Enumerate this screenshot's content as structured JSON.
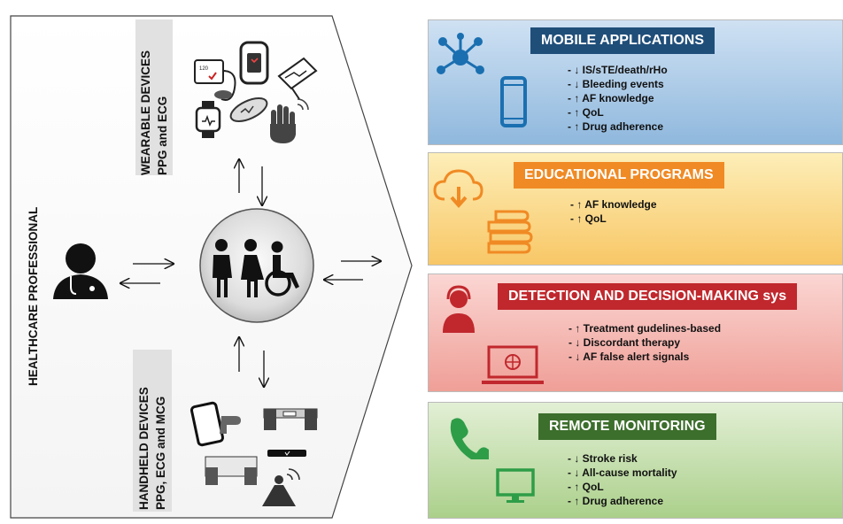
{
  "left_labels": {
    "wearable_line1": "WEARABLE DEVICES",
    "wearable_line2": "PPG and ECG",
    "healthcare": "HEALTHCARE PROFESSIONAL",
    "handheld_line1": "HANDHELD DEVICES",
    "handheld_line2": "PPG, ECG and MCG"
  },
  "panels": [
    {
      "title": "MOBILE APPLICATIONS",
      "color": "#1f4e79",
      "bg_top": "#cfe1f3",
      "bg_bottom": "#8fb8dd",
      "items": [
        "- ↓ IS/sTE/death/rHo",
        "- ↓ Bleeding events",
        "- ↑ AF knowledge",
        "- ↑ QoL",
        "- ↑ Drug adherence"
      ]
    },
    {
      "title": "EDUCATIONAL PROGRAMS",
      "color": "#f08a24",
      "bg_top": "#fdeeb8",
      "bg_bottom": "#f8c766",
      "items": [
        "- ↑  AF knowledge",
        "- ↑  QoL"
      ]
    },
    {
      "title": "DETECTION AND DECISION-MAKING sys",
      "color": "#c0282d",
      "bg_top": "#fbd6d3",
      "bg_bottom": "#ef9f97",
      "items": [
        "- ↑ Treatment  gudelines-based",
        "- ↓ Discordant therapy",
        "- ↓ AF false alert signals"
      ]
    },
    {
      "title": "REMOTE MONITORING",
      "color": "#3c6e2c",
      "bg_top": "#e2efd5",
      "bg_bottom": "#abd08b",
      "items": [
        "- ↓ Stroke risk",
        "- ↓ All-cause mortality",
        "- ↑ QoL",
        "- ↑ Drug adherence"
      ]
    }
  ],
  "icons": {
    "healthcare": "doctor-icon",
    "center": "patients-icon",
    "wearables": [
      "blood-pressure-monitor-icon",
      "fitness-band-icon",
      "ecg-patch-icon",
      "smartwatch-icon",
      "wearable-sensor-icon",
      "smart-glove-icon"
    ],
    "handhelds": [
      "smartphone-finger-icon",
      "handheld-ecg-icon",
      "tablet-ecg-icon",
      "ecg-stick-icon",
      "mcg-scanner-icon"
    ],
    "panels": [
      "network-icon",
      "phone-icon",
      "cloud-download-icon",
      "books-icon",
      "operator-headset-icon",
      "laptop-globe-icon",
      "telephone-handset-icon",
      "monitor-icon"
    ]
  }
}
